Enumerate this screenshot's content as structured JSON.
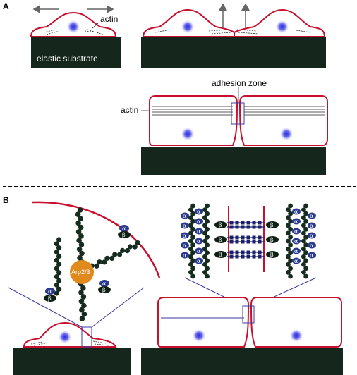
{
  "panel_a": {
    "letter": "A",
    "label_actin_top": "actin",
    "label_substrate": "elastic substrate",
    "label_adhesion_zone": "adhesion zone",
    "label_actin_side": "actin"
  },
  "panel_b": {
    "letter": "B",
    "label_arp": "Arp2/3",
    "alpha": "α",
    "beta": "β"
  },
  "colors": {
    "membrane": "#c8102e",
    "substrate": "#15261c",
    "actin_bead": "#152c1f",
    "alpha_actinin": "#2a3b8f",
    "beta_catenin": "#0e1f14",
    "arp23": "#e08a1e",
    "zoom_line": "#3a3aa0",
    "bridge": "#1a1f6e"
  }
}
